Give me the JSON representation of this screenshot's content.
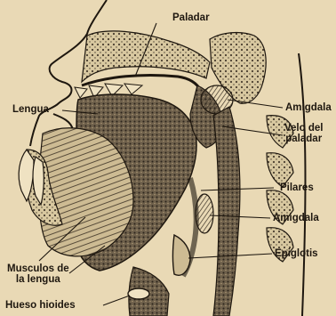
{
  "figure": {
    "palette": {
      "paper": "#e9d9b5",
      "ink": "#1e170f",
      "tissue_dark": "#3b3226",
      "tissue_mid": "#6e604b",
      "bone": "#d8c8a0"
    },
    "labels": {
      "paladar": "Paladar",
      "lengua": "Lengua",
      "amigdala_top": "Amigdala",
      "velo_line1": "Velo del",
      "velo_line2": "paladar",
      "pilares": "Pilares",
      "amigdala_low": "Amigdala",
      "epiglotis": "Epiglotis",
      "musculos_line1": "Musculos de",
      "musculos_line2": "la lengua",
      "hueso_hioides": "Hueso hioides"
    }
  }
}
